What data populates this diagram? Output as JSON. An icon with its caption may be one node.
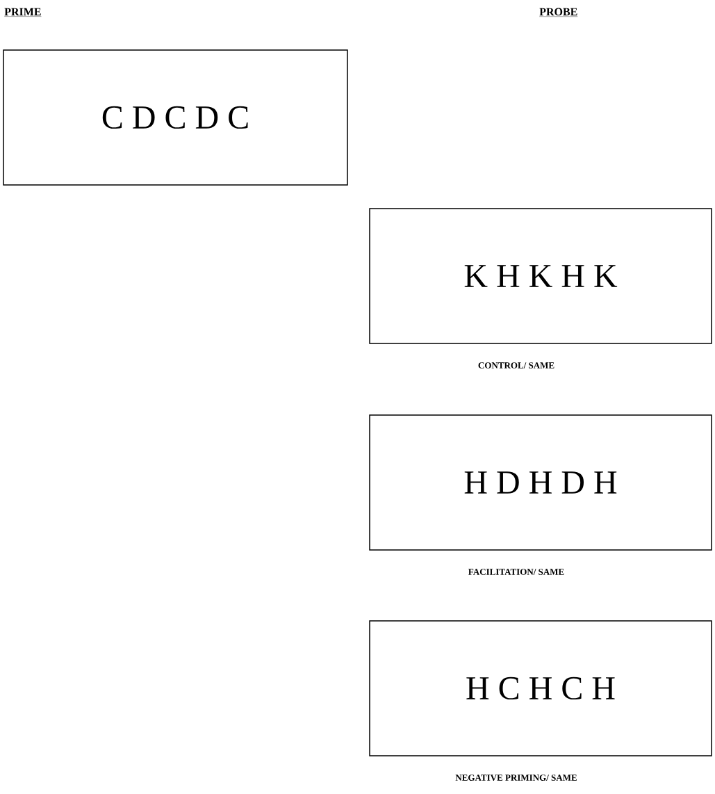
{
  "diagram": {
    "nodes": [
      {
        "text": [
          "C D C D C"
        ]
      },
      {
        "text": [
          "K H K H K"
        ],
        "beside": [
          "CONTROL/ SAME"
        ]
      },
      {
        "text": [
          "H D H D H"
        ],
        "beside": [
          "FACILITATION/ SAME"
        ]
      },
      {
        "text": [
          "H C H C H"
        ],
        "beside": [
          "NEGATIVE PRIMING/ SAME"
        ]
      }
    ],
    "labels": [
      "PRIME",
      "PROBE"
    ]
  }
}
